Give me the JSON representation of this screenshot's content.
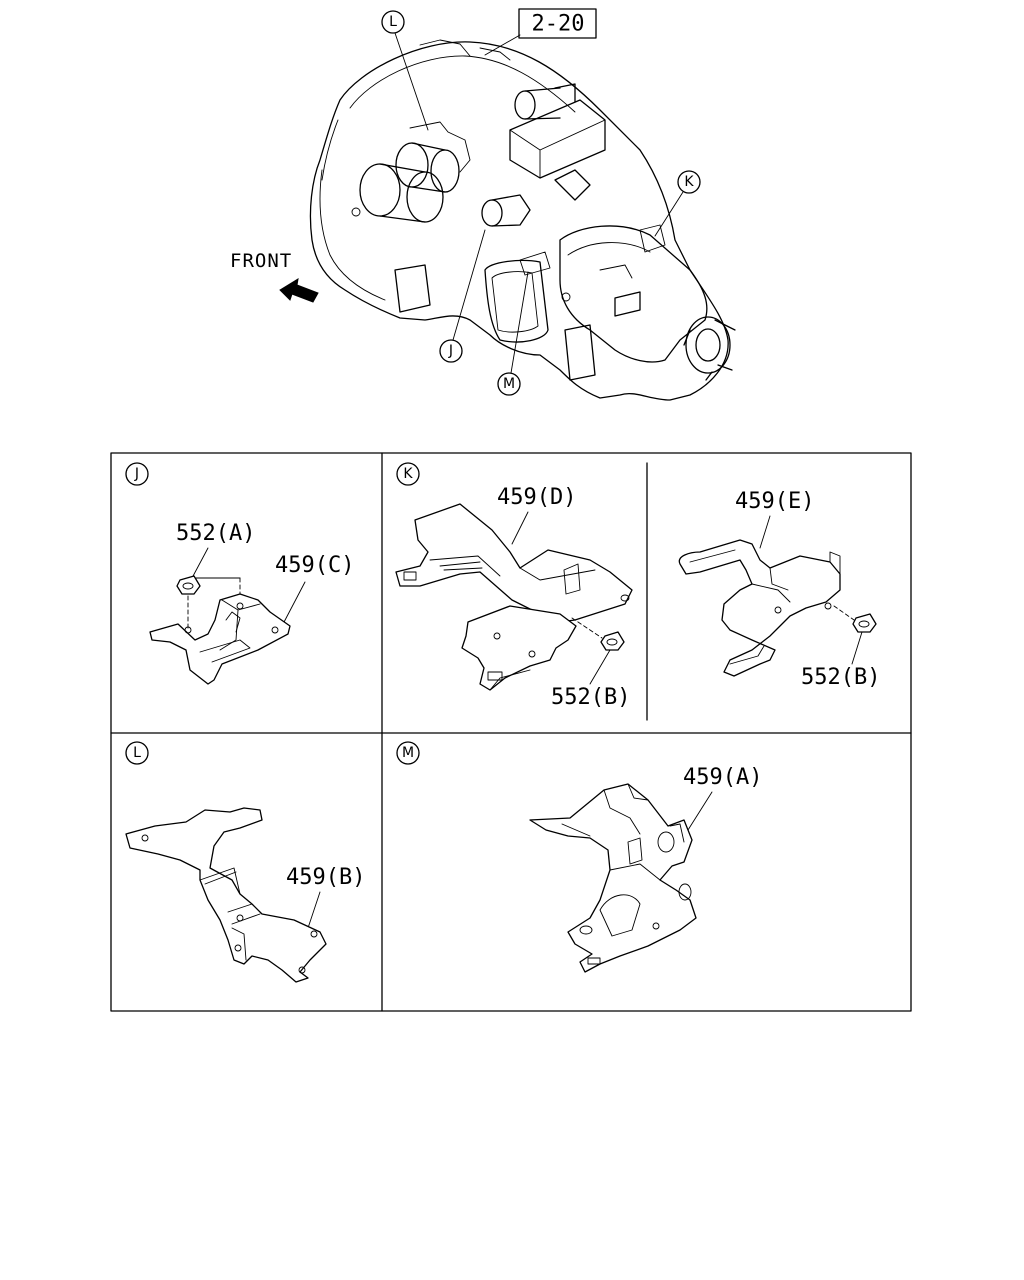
{
  "overview": {
    "reference": "2-20",
    "front": "FRONT",
    "callouts": {
      "L": "L",
      "K": "K",
      "J": "J",
      "M": "M"
    }
  },
  "panels": {
    "J": {
      "letter": "J",
      "labels": [
        "552(A)",
        "459(C)"
      ]
    },
    "K": {
      "letter": "K",
      "labels": [
        "459(D)",
        "552(B)",
        "459(E)",
        "552(B)"
      ]
    },
    "L": {
      "letter": "L",
      "labels": [
        "459(B)"
      ]
    },
    "M": {
      "letter": "M",
      "labels": [
        "459(A)"
      ]
    }
  }
}
